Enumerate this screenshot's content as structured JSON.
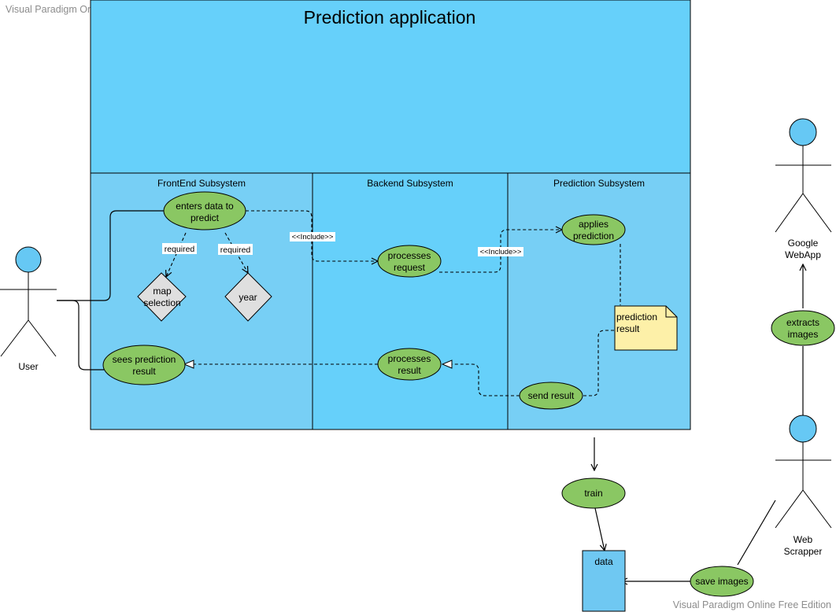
{
  "watermark": {
    "top": "Visual Paradigm Online Free Edition",
    "bottom": "Visual Paradigm Online Free Edition"
  },
  "system": {
    "title": "Prediction application",
    "lanes": [
      "FrontEnd Subsystem",
      "Backend Subsystem",
      "Prediction Subsystem"
    ]
  },
  "actors": {
    "user": [
      "User"
    ],
    "google": [
      "Google",
      "WebApp"
    ],
    "scrapper": [
      "Web",
      "Scrapper"
    ]
  },
  "usecases": {
    "enters_data": [
      "enters data to",
      "predict"
    ],
    "sees_result": [
      "sees prediction",
      "result"
    ],
    "processes_request": [
      "processes",
      "request"
    ],
    "processes_result": [
      "processes",
      "result"
    ],
    "applies_prediction": [
      "applies",
      "prediction"
    ],
    "send_result": [
      "send result"
    ],
    "train": [
      "train"
    ],
    "save_images": [
      "save images"
    ],
    "extracts_images": [
      "extracts",
      "images"
    ]
  },
  "decisions": {
    "map_selection": [
      "map",
      "selection"
    ],
    "year": [
      "year"
    ]
  },
  "edge_labels": {
    "required_1": "required",
    "required_2": "required",
    "include_1": "<<Include>>",
    "include_2": "<<Include>>"
  },
  "note": [
    "prediction",
    "result"
  ],
  "datastore": "data",
  "colors": {
    "system_header": "#66d0fa",
    "frontend_lane": "#77cff5",
    "backend_lane": "#66d0fa",
    "prediction_lane": "#77cff5",
    "usecase": "#8ac763",
    "decision": "#dfdfdf",
    "note": "#fdf0a8",
    "actor_head": "#66c8f4",
    "datastore": "#6fc8f2"
  }
}
